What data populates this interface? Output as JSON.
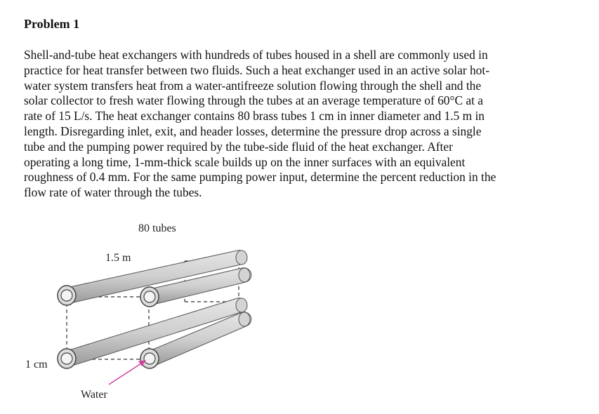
{
  "problem": {
    "heading": "Problem 1",
    "text_lines": [
      "Shell-and-tube heat exchangers with hundreds of tubes housed in a shell are commonly used in",
      "practice for heat transfer between two fluids. Such a heat exchanger used in an active solar hot-",
      "water system transfers heat from a water-antifreeze solution flowing through the shell and the",
      "solar collector to fresh water flowing through the tubes at an average temperature of 60°C at a",
      "rate of 15 L/s. The heat exchanger contains 80 brass tubes 1 cm in inner diameter and 1.5 m in",
      "length. Disregarding inlet, exit, and header losses, determine the pressure drop across a single",
      "tube and the pumping power required by the tube-side fluid of the heat exchanger. After",
      "operating a long time, 1-mm-thick scale builds up on the inner surfaces with an equivalent",
      "roughness of 0.4 mm. For the same pumping power input, determine the percent reduction in the",
      "flow rate of water through the tubes."
    ]
  },
  "figure": {
    "labels": {
      "tube_count": "80 tubes",
      "tube_length": "1.5 m",
      "tube_diameter": "1 cm",
      "fluid": "Water"
    },
    "colors": {
      "tube_fill": "#cfcfcf",
      "tube_stroke": "#555555",
      "arrow": "#d6409f",
      "dashed": "#333333"
    }
  }
}
